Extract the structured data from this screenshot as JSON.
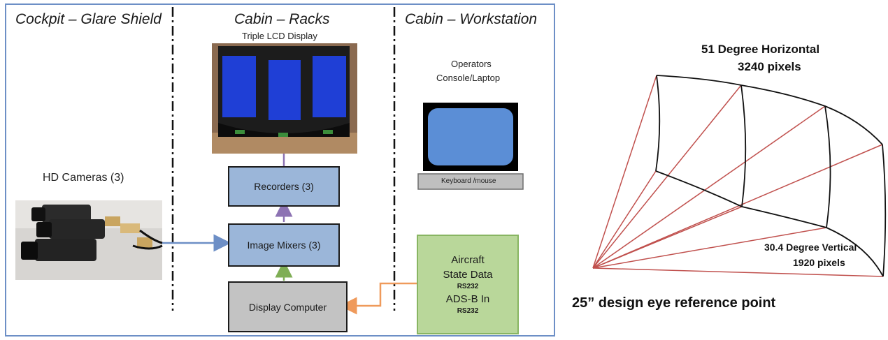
{
  "sections": {
    "cockpit": "Cockpit – Glare Shield",
    "racks": "Cabin – Racks",
    "workstation": "Cabin – Workstation"
  },
  "labels": {
    "triple_lcd": "Triple LCD Display",
    "hd_cameras": "HD Cameras (3)",
    "operators_line1": "Operators",
    "operators_line2": "Console/Laptop",
    "keyboard": "Keyboard /mouse"
  },
  "boxes": {
    "recorders": "Recorders (3)",
    "image_mixers": "Image Mixers (3)",
    "display_computer": "Display Computer",
    "aircraft": {
      "line1": "Aircraft",
      "line2": "State Data",
      "line3": "RS232",
      "line4": "ADS-B In",
      "line5": "RS232"
    }
  },
  "fov": {
    "horizontal_deg": "51 Degree Horizontal",
    "horizontal_px": "3240 pixels",
    "vertical_deg": "30.4 Degree Vertical",
    "vertical_px": "1920 pixels",
    "eye_ref": "25” design eye reference point"
  },
  "colors": {
    "frame": "#6d8fc6",
    "box_blue": "#9bb6d9",
    "box_gray": "#c3c3c3",
    "box_green": "#b9d79a",
    "arrow_purple": "#8d73b3",
    "arrow_green": "#7fae55",
    "arrow_orange": "#ef9a5b",
    "arrow_blue": "#6d8fc6",
    "ray_red": "#c0504d"
  }
}
